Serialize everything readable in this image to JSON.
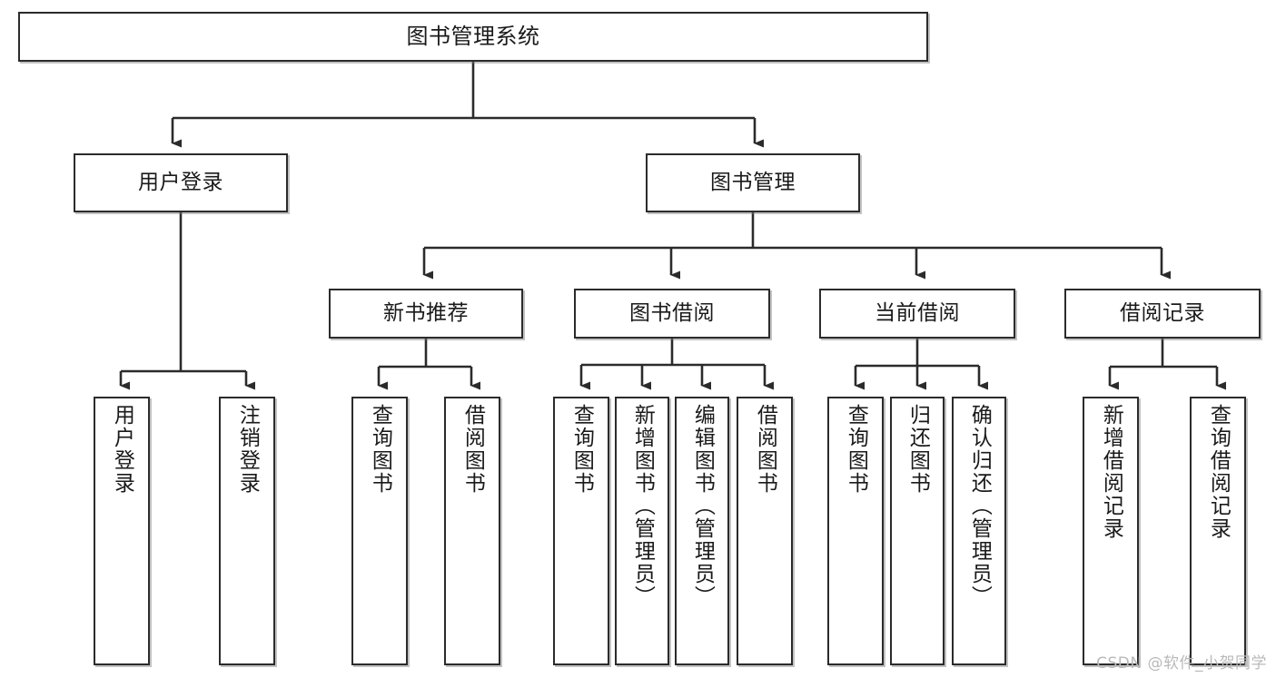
{
  "diagram": {
    "title": "图书管理系统",
    "type": "tree-hierarchy",
    "line_color": "#2b2b2b",
    "box_fill": "#ffffff",
    "text_color": "#1a1a1a",
    "root": {
      "id": "root",
      "label": "图书管理系统"
    },
    "level2": [
      {
        "id": "user-login",
        "label": "用户登录"
      },
      {
        "id": "book-management",
        "label": "图书管理"
      }
    ],
    "level3": [
      {
        "id": "new-book-recommend",
        "label": "新书推荐"
      },
      {
        "id": "book-borrow",
        "label": "图书借阅"
      },
      {
        "id": "current-borrow",
        "label": "当前借阅"
      },
      {
        "id": "borrow-record",
        "label": "借阅记录"
      }
    ],
    "leaves": {
      "user_login": [
        {
          "id": "leaf-user-login",
          "label": "用户登录"
        },
        {
          "id": "leaf-logout-login",
          "label": "注销登录"
        }
      ],
      "new_book_recommend": [
        {
          "id": "leaf-query-book-1",
          "label": "查询图书"
        },
        {
          "id": "leaf-borrow-book-1",
          "label": "借阅图书"
        }
      ],
      "book_borrow": [
        {
          "id": "leaf-query-book-2",
          "label": "查询图书"
        },
        {
          "id": "leaf-add-book",
          "label": "新增图书（管理员）"
        },
        {
          "id": "leaf-edit-book",
          "label": "编辑图书（管理员）"
        },
        {
          "id": "leaf-borrow-book-2",
          "label": "借阅图书"
        }
      ],
      "current_borrow": [
        {
          "id": "leaf-query-book-3",
          "label": "查询图书"
        },
        {
          "id": "leaf-return-book",
          "label": "归还图书"
        },
        {
          "id": "leaf-confirm-return",
          "label": "确认归还（管理员）"
        }
      ],
      "borrow_record": [
        {
          "id": "leaf-add-record",
          "label": "新增借阅记录"
        },
        {
          "id": "leaf-query-record",
          "label": "查询借阅记录"
        }
      ]
    }
  },
  "watermark": {
    "text": "CSDN @软件_小贺同学"
  }
}
